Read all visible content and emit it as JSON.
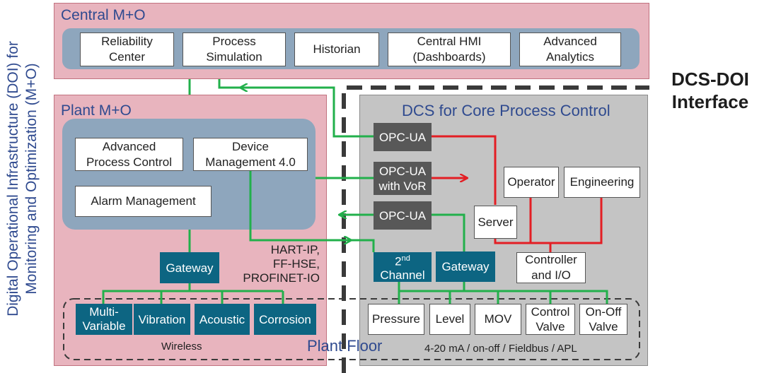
{
  "side_title": {
    "line1": "Digital Operational Infrastructure (DOI) for",
    "line2": "Monitoring and Optimization (M+O)"
  },
  "central": {
    "title": "Central M+O",
    "boxes": [
      "Reliability\nCenter",
      "Process\nSimulation",
      "Historian",
      "Central HMI\n(Dashboards)",
      "Advanced\nAnalytics"
    ]
  },
  "plant": {
    "title": "Plant M+O",
    "advanced_process_control": "Advanced\nProcess Control",
    "device_management": "Device\nManagement 4.0",
    "alarm_management": "Alarm Management",
    "gateway": "Gateway",
    "protocols": "HART-IP,\nFF-HSE,\nPROFINET-IO"
  },
  "dcs": {
    "title": "DCS for Core Process Control",
    "opc_ua_top": "OPC-UA",
    "opc_ua_vor": "OPC-UA\nwith VoR",
    "opc_ua_bottom": "OPC-UA",
    "server": "Server",
    "operator": "Operator",
    "engineering": "Engineering",
    "controller": "Controller\nand I/O",
    "second_channel_sup": "nd",
    "second_channel_num": "2",
    "second_channel_word": "Channel",
    "gateway": "Gateway"
  },
  "interface_label": "DCS-DOI\nInterface",
  "plant_floor": {
    "title": "Plant Floor",
    "wireless_label": "Wireless",
    "wired_label": "4-20 mA / on-off / Fieldbus / APL",
    "wireless_devices": [
      "Multi-\nVariable",
      "Vibration",
      "Acoustic",
      "Corrosion"
    ],
    "wired_devices": [
      "Pressure",
      "Level",
      "MOV",
      "Control\nValve",
      "On-Off\nValve"
    ]
  },
  "colors": {
    "pink_region": "#e8b4be",
    "gray_region": "#c4c4c4",
    "blue_group": "#8ea6bd",
    "teal_box": "#0d6582",
    "dark_box": "#585858",
    "green_link": "#22b04b",
    "red_link": "#e31e24",
    "title_blue": "#2f4a8f"
  }
}
